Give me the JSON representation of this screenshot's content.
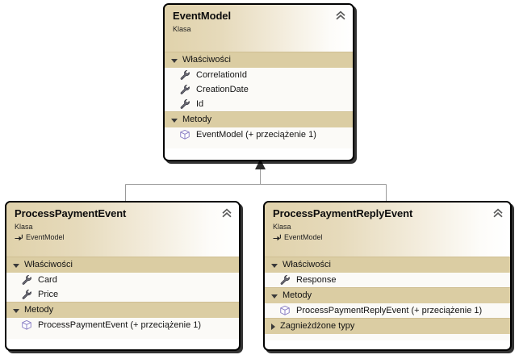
{
  "diagram": {
    "type": "uml-class-diagram",
    "language": "pl",
    "background_color": "#ffffff",
    "border_color": "#000000",
    "header_gradient_from": "#e0d2ab",
    "header_gradient_to": "#ffffff",
    "compartment_color": "#dbcda3",
    "member_row_color": "#fbfaf7",
    "connector_color": "#9a9a9a",
    "property_icon_color": "#5a5a66",
    "method_icon_color": "#8a7fc4"
  },
  "labels": {
    "kind_class": "Klasa",
    "properties": "Właściwości",
    "methods": "Metody",
    "nested_types": "Zagnieżdżone typy",
    "collapse_icon": "chevron-double-up-icon",
    "expanded_icon": "triangle-down-icon",
    "collapsed_icon": "triangle-right-icon",
    "property_icon": "wrench-icon",
    "method_icon": "cube-icon",
    "base_icon": "inheritance-arrow-icon"
  },
  "classes": [
    {
      "id": "event-model",
      "name": "EventModel",
      "kind": "Klasa",
      "base": null,
      "selected": true,
      "sections": [
        {
          "id": "properties",
          "label": "Właściwości",
          "expanded": true,
          "members": [
            {
              "name": "CorrelationId",
              "icon": "wrench-icon"
            },
            {
              "name": "CreationDate",
              "icon": "wrench-icon"
            },
            {
              "name": "Id",
              "icon": "wrench-icon"
            }
          ]
        },
        {
          "id": "methods",
          "label": "Metody",
          "expanded": true,
          "members": [
            {
              "name": "EventModel (+ przeciążenie 1)",
              "icon": "cube-icon"
            }
          ]
        }
      ]
    },
    {
      "id": "process-payment-event",
      "name": "ProcessPaymentEvent",
      "kind": "Klasa",
      "base": "EventModel",
      "selected": true,
      "sections": [
        {
          "id": "properties",
          "label": "Właściwości",
          "expanded": true,
          "members": [
            {
              "name": "Card",
              "icon": "wrench-icon"
            },
            {
              "name": "Price",
              "icon": "wrench-icon"
            }
          ]
        },
        {
          "id": "methods",
          "label": "Metody",
          "expanded": true,
          "members": [
            {
              "name": "ProcessPaymentEvent (+ przeciążenie 1)",
              "icon": "cube-icon"
            }
          ]
        }
      ]
    },
    {
      "id": "process-payment-reply-event",
      "name": "ProcessPaymentReplyEvent",
      "kind": "Klasa",
      "base": "EventModel",
      "selected": true,
      "sections": [
        {
          "id": "properties",
          "label": "Właściwości",
          "expanded": true,
          "members": [
            {
              "name": "Response",
              "icon": "wrench-icon"
            }
          ]
        },
        {
          "id": "methods",
          "label": "Metody",
          "expanded": true,
          "members": [
            {
              "name": "ProcessPaymentReplyEvent (+ przeciążenie 1)",
              "icon": "cube-icon"
            }
          ]
        },
        {
          "id": "nested-types",
          "label": "Zagnieżdżone typy",
          "expanded": false,
          "members": []
        }
      ]
    }
  ],
  "relationships": [
    {
      "type": "inheritance",
      "from": "ProcessPaymentEvent",
      "to": "EventModel"
    },
    {
      "type": "inheritance",
      "from": "ProcessPaymentReplyEvent",
      "to": "EventModel"
    }
  ]
}
